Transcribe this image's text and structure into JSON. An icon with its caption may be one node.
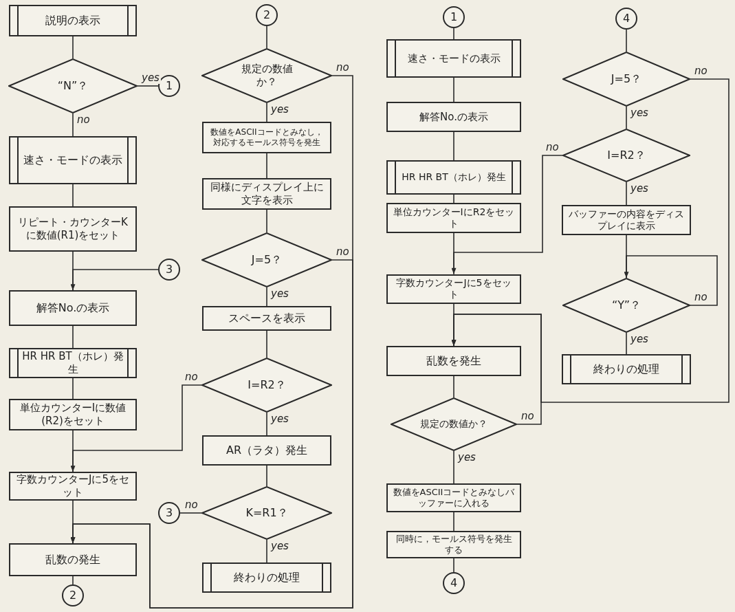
{
  "diagram": {
    "nodes": [
      {
        "text": [
          "説明の表示"
        ]
      },
      {
        "text": [
          "“N”？"
        ]
      },
      {
        "text": [
          "1"
        ]
      },
      {
        "text": [
          "速さ・モードの表示"
        ]
      },
      {
        "text": [
          "リピート・カウンターKに数値(R1)をセット"
        ]
      },
      {
        "text": [
          "3"
        ]
      },
      {
        "text": [
          "解答No.の表示"
        ]
      },
      {
        "text": [
          "HR HR BT（ホレ）発生"
        ]
      },
      {
        "text": [
          "単位カウンターIに数値(R2)をセット"
        ]
      },
      {
        "text": [
          "字数カウンターJに5をセット"
        ]
      },
      {
        "text": [
          "乱数の発生"
        ]
      },
      {
        "text": [
          "2"
        ]
      },
      {
        "text": [
          "2"
        ]
      },
      {
        "text": [
          "規定の数値か？"
        ]
      },
      {
        "text": [
          "数値をASCIIコードとみなし，対応するモールス符号を発生"
        ]
      },
      {
        "text": [
          "同様にディスプレイ上に文字を表示"
        ]
      },
      {
        "text": [
          "J=5？"
        ]
      },
      {
        "text": [
          "スペースを表示"
        ]
      },
      {
        "text": [
          "I=R2？"
        ]
      },
      {
        "text": [
          "AR（ラタ）発生"
        ]
      },
      {
        "text": [
          "K=R1？"
        ]
      },
      {
        "text": [
          "3"
        ]
      },
      {
        "text": [
          "終わりの処理"
        ]
      },
      {
        "text": [
          "1"
        ]
      },
      {
        "text": [
          "速さ・モードの表示"
        ]
      },
      {
        "text": [
          "解答No.の表示"
        ]
      },
      {
        "text": [
          "HR HR BT（ホレ）発生"
        ]
      },
      {
        "text": [
          "単位カウンターIにR2をセット"
        ]
      },
      {
        "text": [
          "字数カウンターJに5をセット"
        ]
      },
      {
        "text": [
          "乱数を発生"
        ]
      },
      {
        "text": [
          "規定の数値か？"
        ]
      },
      {
        "text": [
          "数値をASCIIコードとみなしバッファーに入れる"
        ]
      },
      {
        "text": [
          "同時に，モールス符号を発生する"
        ]
      },
      {
        "text": [
          "4"
        ]
      },
      {
        "text": [
          "4"
        ]
      },
      {
        "text": [
          "J=5？"
        ]
      },
      {
        "text": [
          "I=R2？"
        ]
      },
      {
        "text": [
          "バッファーの内容をディスプレイに表示"
        ]
      },
      {
        "text": [
          "“Y”？"
        ]
      },
      {
        "text": [
          "終わりの処理"
        ]
      }
    ],
    "edges": [
      {
        "from": 0,
        "to": 1,
        "arrow": "none"
      },
      {
        "from": 1,
        "to": 2,
        "arrow": "none",
        "label": "yes"
      },
      {
        "from": 1,
        "to": 3,
        "arrow": "none",
        "label": "no"
      },
      {
        "from": 3,
        "to": 4,
        "arrow": "none"
      },
      {
        "from": 4,
        "to": 6,
        "arrow": "none"
      },
      {
        "from": 5,
        "to": 6,
        "arrow": "to"
      },
      {
        "from": 6,
        "to": 7,
        "arrow": "none"
      },
      {
        "from": 7,
        "to": 8,
        "arrow": "none"
      },
      {
        "from": 8,
        "to": 9,
        "arrow": "none"
      },
      {
        "from": 18,
        "to": 9,
        "arrow": "to",
        "label": "no"
      },
      {
        "from": 9,
        "to": 10,
        "arrow": "none"
      },
      {
        "from": 13,
        "to": 10,
        "arrow": "to",
        "label": "no"
      },
      {
        "from": 16,
        "to": 10,
        "arrow": "to",
        "label": "no"
      },
      {
        "from": 10,
        "to": 11,
        "arrow": "none"
      },
      {
        "from": 12,
        "to": 13,
        "arrow": "none"
      },
      {
        "from": 13,
        "to": 14,
        "arrow": "none",
        "label": "yes"
      },
      {
        "from": 14,
        "to": 15,
        "arrow": "none"
      },
      {
        "from": 15,
        "to": 16,
        "arrow": "none"
      },
      {
        "from": 16,
        "to": 17,
        "arrow": "none",
        "label": "yes"
      },
      {
        "from": 17,
        "to": 18,
        "arrow": "none"
      },
      {
        "from": 18,
        "to": 19,
        "arrow": "none",
        "label": "yes"
      },
      {
        "from": 19,
        "to": 20,
        "arrow": "none"
      },
      {
        "from": 20,
        "to": 21,
        "arrow": "none",
        "label": "no"
      },
      {
        "from": 20,
        "to": 22,
        "arrow": "none",
        "label": "yes"
      },
      {
        "from": 23,
        "to": 24,
        "arrow": "none"
      },
      {
        "from": 24,
        "to": 25,
        "arrow": "none"
      },
      {
        "from": 25,
        "to": 26,
        "arrow": "none"
      },
      {
        "from": 26,
        "to": 27,
        "arrow": "none"
      },
      {
        "from": 27,
        "to": 28,
        "arrow": "none"
      },
      {
        "from": 36,
        "to": 28,
        "arrow": "to",
        "label": "no"
      },
      {
        "from": 28,
        "to": 29,
        "arrow": "none"
      },
      {
        "from": 30,
        "to": 29,
        "arrow": "to",
        "label": "no"
      },
      {
        "from": 35,
        "to": 29,
        "arrow": "to",
        "label": "no"
      },
      {
        "from": 29,
        "to": 30,
        "arrow": "none"
      },
      {
        "from": 30,
        "to": 31,
        "arrow": "none",
        "label": "yes"
      },
      {
        "from": 31,
        "to": 32,
        "arrow": "none"
      },
      {
        "from": 32,
        "to": 33,
        "arrow": "none"
      },
      {
        "from": 34,
        "to": 35,
        "arrow": "none"
      },
      {
        "from": 35,
        "to": 36,
        "arrow": "none",
        "label": "yes"
      },
      {
        "from": 36,
        "to": 37,
        "arrow": "none",
        "label": "yes"
      },
      {
        "from": 37,
        "to": 38,
        "arrow": "none"
      },
      {
        "from": 38,
        "to": 38,
        "arrow": "to",
        "label": "no"
      },
      {
        "from": 38,
        "to": 39,
        "arrow": "none",
        "label": "yes"
      }
    ]
  }
}
